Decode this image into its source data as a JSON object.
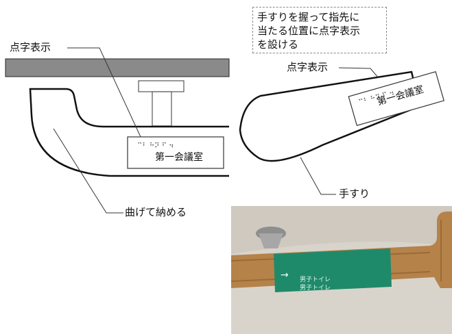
{
  "labels": {
    "tenji_left": "点字表示",
    "tenji_right": "点字表示",
    "magete": "曲げて納める",
    "tesuri": "手すり",
    "room_name_left": "第一会議室",
    "room_name_right": "第一会議室"
  },
  "note": {
    "line1": "手すりを握って指先に",
    "line2": "当たる位置に点字表示",
    "line3": "を設ける"
  },
  "photo": {
    "label_line1": "男子トイレ",
    "label_line2": "男子トイレ"
  },
  "colors": {
    "ceiling": "#8a8a8a",
    "wood": "#b5824a",
    "wall_photo": "#d9d4cb",
    "sign_green": "#1f8a6a"
  }
}
